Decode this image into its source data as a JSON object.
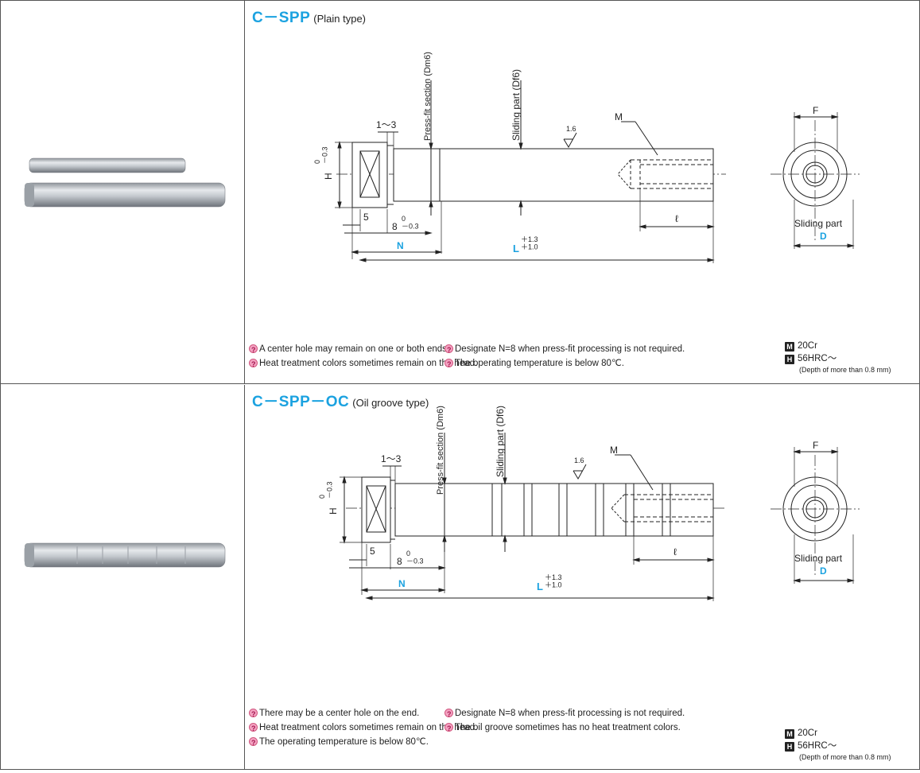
{
  "products": [
    {
      "code": "C－SPP",
      "subtitle": "(Plain type)",
      "dims": {
        "press_fit": "Press-fit section (Dm6)",
        "sliding": "Sliding part (Df6)",
        "head_range": "1～3",
        "h": "H",
        "h_tol": "0\n－0.3",
        "five": "5",
        "eight": "8",
        "eight_tol": "0\n－0.3",
        "n": "N",
        "l": "L",
        "l_tol": "＋1.3\n＋1.0",
        "ell": "ℓ",
        "m": "M",
        "roughness": "1.6",
        "f": "F",
        "sliding_part": "Sliding part",
        "d": "D"
      },
      "notes": [
        "A center hole may remain on one or both ends.",
        "Heat treatment colors sometimes remain on the head.",
        "Designate N=8 when press-fit processing is not required.",
        "The operating temperature is below 80℃."
      ],
      "material": {
        "m_icon": "M",
        "m_value": "20Cr",
        "h_icon": "H",
        "h_value": "56HRC～",
        "depth": "(Depth of more than 0.8 mm)"
      }
    },
    {
      "code": "C－SPP－OC",
      "subtitle": "(Oil groove type)",
      "dims": {
        "press_fit": "Press-fit section (Dm6)",
        "sliding": "Sliding part (Df6)",
        "head_range": "1～3",
        "h": "H",
        "h_tol": "0\n－0.3",
        "five": "5",
        "eight": "8",
        "eight_tol": "0\n－0.3",
        "n": "N",
        "l": "L",
        "l_tol": "＋1.3\n＋1.0",
        "ell": "ℓ",
        "m": "M",
        "roughness": "1.6",
        "f": "F",
        "sliding_part": "Sliding part",
        "d": "D"
      },
      "notes": [
        "There may be a center hole on the end.",
        "Heat treatment colors sometimes remain on the head.",
        "The operating temperature is below 80℃.",
        "Designate N=8 when press-fit processing is not required.",
        "The oil groove sometimes has no heat treatment colors."
      ],
      "material": {
        "m_icon": "M",
        "m_value": "20Cr",
        "h_icon": "H",
        "h_value": "56HRC～",
        "depth": "(Depth of more than 0.8 mm)"
      }
    }
  ],
  "colors": {
    "accent": "#1ba2e0",
    "line": "#222222",
    "border": "#555555"
  },
  "icons": {
    "note": "hint-bulb-icon",
    "material": "material-badge-icon",
    "hardness": "hardness-badge-icon"
  }
}
